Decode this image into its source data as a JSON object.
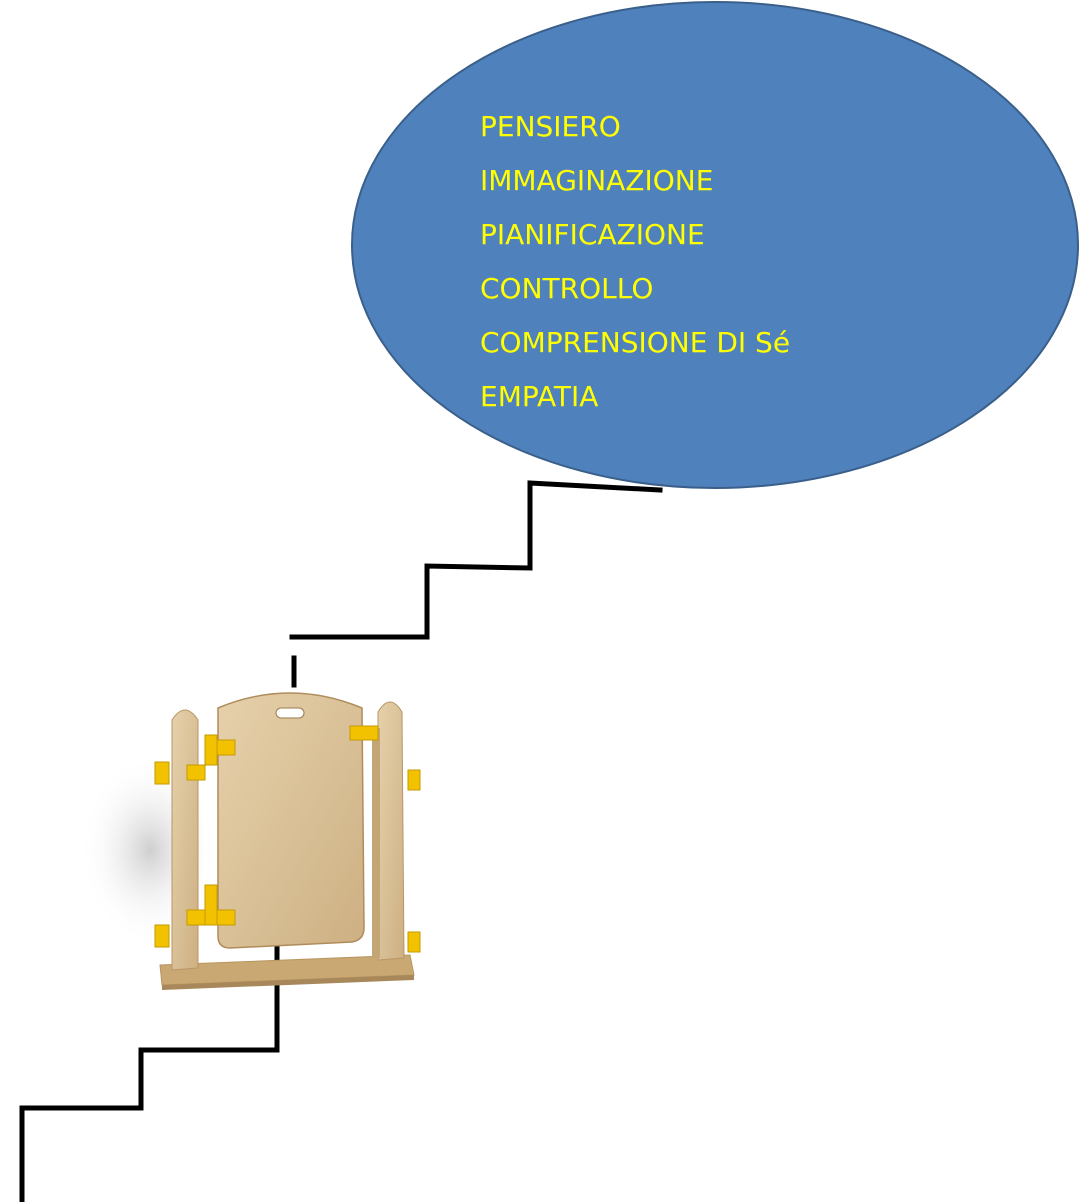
{
  "bubble": {
    "fill_color": "#4f81bd",
    "stroke_color": "#3a5f8a",
    "text_color": "#ffff00",
    "lines": [
      "PENSIERO",
      "IMMAGINAZIONE",
      "PIANIFICAZIONE",
      "CONTROLLO",
      "COMPRENSIONE DI Sé",
      "EMPATIA"
    ]
  },
  "stairs": {
    "color": "#000000"
  },
  "gate": {
    "wood_color": "#d9bf95",
    "hinge_color": "#f2c200",
    "icon": "wooden-gate-icon"
  }
}
